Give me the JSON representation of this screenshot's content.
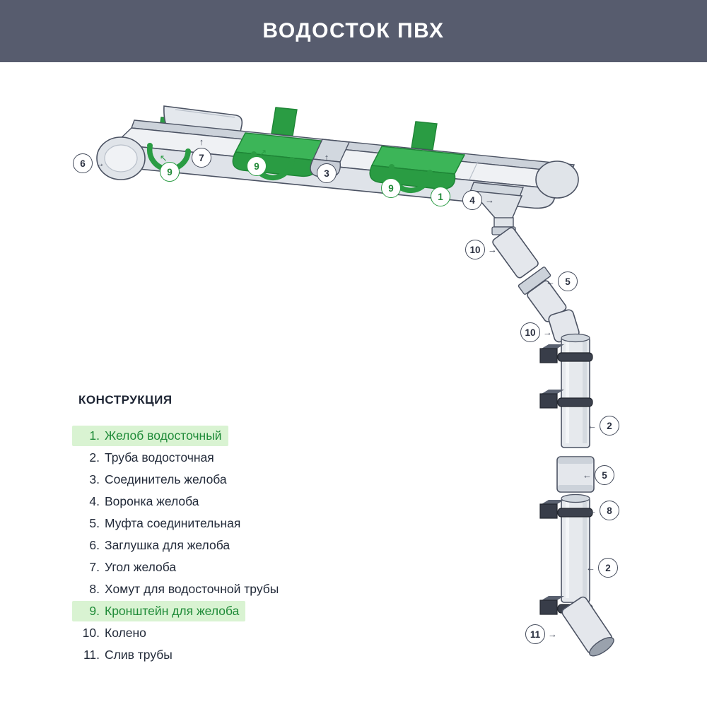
{
  "header": {
    "title": "ВОДОСТОК ПВХ"
  },
  "legend": {
    "heading": "КОНСТРУКЦИЯ",
    "items": [
      {
        "num": "1.",
        "label": "Желоб водосточный",
        "highlight": true
      },
      {
        "num": "2.",
        "label": "Труба водосточная",
        "highlight": false
      },
      {
        "num": "3.",
        "label": "Соединитель желоба",
        "highlight": false
      },
      {
        "num": "4.",
        "label": "Воронка желоба",
        "highlight": false
      },
      {
        "num": "5.",
        "label": "Муфта соединительная",
        "highlight": false
      },
      {
        "num": "6.",
        "label": "Заглушка для желоба",
        "highlight": false
      },
      {
        "num": "7.",
        "label": "Угол желоба",
        "highlight": false
      },
      {
        "num": "8.",
        "label": "Хомут для водосточной трубы",
        "highlight": false
      },
      {
        "num": "9.",
        "label": "Кронштейн для желоба",
        "highlight": true
      },
      {
        "num": "10.",
        "label": "Колено",
        "highlight": false
      },
      {
        "num": "11.",
        "label": "Слив трубы",
        "highlight": false
      }
    ]
  },
  "callouts": [
    {
      "label": "6",
      "green": false
    },
    {
      "label": "9",
      "green": true
    },
    {
      "label": "7",
      "green": false
    },
    {
      "label": "9",
      "green": true
    },
    {
      "label": "3",
      "green": false
    },
    {
      "label": "9",
      "green": true
    },
    {
      "label": "1",
      "green": true
    },
    {
      "label": "4",
      "green": false
    },
    {
      "label": "10",
      "green": false
    },
    {
      "label": "5",
      "green": false
    },
    {
      "label": "10",
      "green": false
    },
    {
      "label": "2",
      "green": false
    },
    {
      "label": "5",
      "green": false
    },
    {
      "label": "8",
      "green": false
    },
    {
      "label": "2",
      "green": false
    },
    {
      "label": "11",
      "green": false
    }
  ],
  "icons": {
    "arrow_left": "←",
    "arrow_right": "→",
    "arrow_up": "↑",
    "arrow_up_left": "↖",
    "arrow_up_right": "↗"
  },
  "colors": {
    "header_bg": "#575c6e",
    "accent_green": "#2a9c43",
    "highlight_bg": "#d9f3d2",
    "highlight_text": "#1f8b38",
    "outline": "#4c5363"
  }
}
